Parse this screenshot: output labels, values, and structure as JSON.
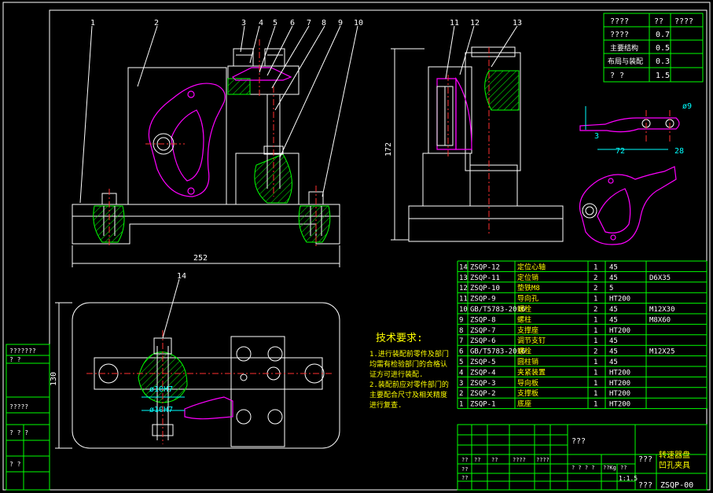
{
  "balloons_front": [
    "1",
    "2",
    "3",
    "4",
    "5",
    "6",
    "7",
    "8",
    "9",
    "10"
  ],
  "balloons_side": [
    "11",
    "12",
    "13"
  ],
  "balloon_top": "14",
  "dims": {
    "width_252": "252",
    "height_172": "172",
    "height_130": "130",
    "d72": "72",
    "d28": "28",
    "phi9": "ø9",
    "d3": "3",
    "fit1": "ø10H7",
    "fit2": "ø10H7"
  },
  "tech": {
    "title": "技术要求:",
    "lines": [
      "1.进行装配前零件及部门",
      "  均需有检验部门的合格认",
      "  证方可进行装配.",
      "2.装配前应对零件部门的",
      "  主要配合尺寸及相关精度",
      "  进行复查."
    ]
  },
  "score_table": {
    "header": [
      "????",
      "??",
      "????"
    ],
    "rows": [
      [
        "????",
        "0.7",
        ""
      ],
      [
        "主要结构",
        "0.5",
        ""
      ],
      [
        "布局与装配",
        "0.3",
        ""
      ],
      [
        "?      ?",
        "1.5",
        ""
      ]
    ]
  },
  "bom": [
    [
      "14",
      "ZSQP-12",
      "定位心轴",
      "1",
      "45",
      ""
    ],
    [
      "13",
      "ZSQP-11",
      "定位销",
      "2",
      "45",
      "D6X35"
    ],
    [
      "12",
      "ZSQP-10",
      "垫铁M8",
      "2",
      "5",
      ""
    ],
    [
      "11",
      "ZSQP-9",
      "导向孔",
      "1",
      "HT200",
      ""
    ],
    [
      "10",
      "GB/T5783-2016",
      "螺栓",
      "2",
      "45",
      "M12X30"
    ],
    [
      "9",
      "ZSQP-8",
      "螺柱",
      "1",
      "45",
      "M8X60"
    ],
    [
      "8",
      "ZSQP-7",
      "支撑座",
      "1",
      "HT200",
      ""
    ],
    [
      "7",
      "ZSQP-6",
      "调节支钉",
      "1",
      "45",
      ""
    ],
    [
      "6",
      "GB/T5783-2016",
      "螺栓",
      "2",
      "45",
      "M12X25"
    ],
    [
      "5",
      "ZSQP-5",
      "圆柱销",
      "1",
      "45",
      ""
    ],
    [
      "4",
      "ZSQP-4",
      "夹紧装置",
      "1",
      "HT200",
      ""
    ],
    [
      "3",
      "ZSQP-3",
      "导向板",
      "1",
      "HT200",
      ""
    ],
    [
      "2",
      "ZSQP-2",
      "支撑板",
      "1",
      "HT200",
      ""
    ],
    [
      "1",
      "ZSQP-1",
      "底座",
      "1",
      "HT200",
      ""
    ]
  ],
  "title_block": {
    "t1": "???",
    "t2": "???",
    "t3": "???",
    "name_line1": "转速器盘",
    "name_line2": "凹孔夹具",
    "scale": "1:1.5",
    "drawing_no": "ZSQP-00",
    "row_labels": [
      "??",
      "??",
      "??",
      "????",
      "????",
      "??",
      "??"
    ],
    "weight_labels": [
      "? ? ? ?",
      "??Kg",
      "??"
    ]
  },
  "left_strip": {
    "labels": [
      "???????",
      "?   ?",
      "?????",
      "?   ?  ?",
      "?  ?"
    ]
  }
}
